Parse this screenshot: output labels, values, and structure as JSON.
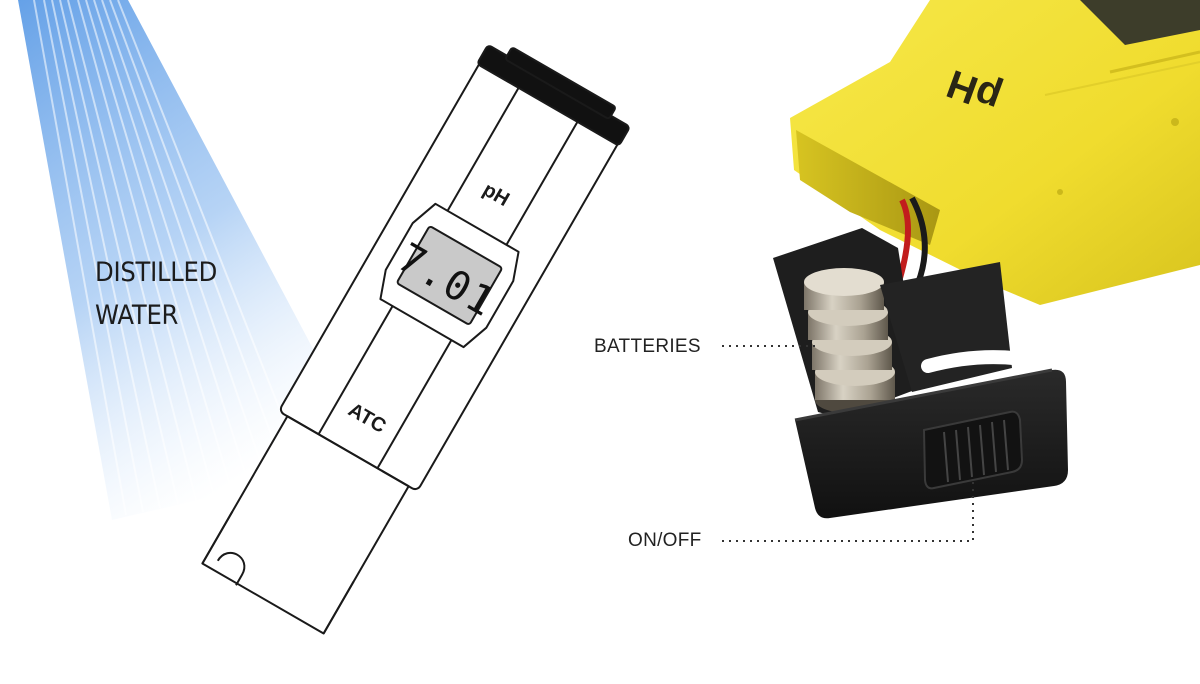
{
  "water_label": {
    "line1": "DISTILLED",
    "line2": "WATER"
  },
  "meter_drawing": {
    "ph_text": "pH",
    "display_reading": "7.01",
    "atc_text": "ATC"
  },
  "device_photo": {
    "embossed_text": "pH",
    "colors": {
      "body": "#f2e23a",
      "body_shadow": "#c9b81c",
      "battery_door": "#1c1c1c",
      "battery_metal": "#b8b0a0"
    }
  },
  "callouts": {
    "batteries": "BATTERIES",
    "on_off": "ON/OFF"
  },
  "colors": {
    "water_spray": "#6aa6e8",
    "line_art": "#1a1a1a",
    "lcd_background": "#c9c9c9"
  }
}
